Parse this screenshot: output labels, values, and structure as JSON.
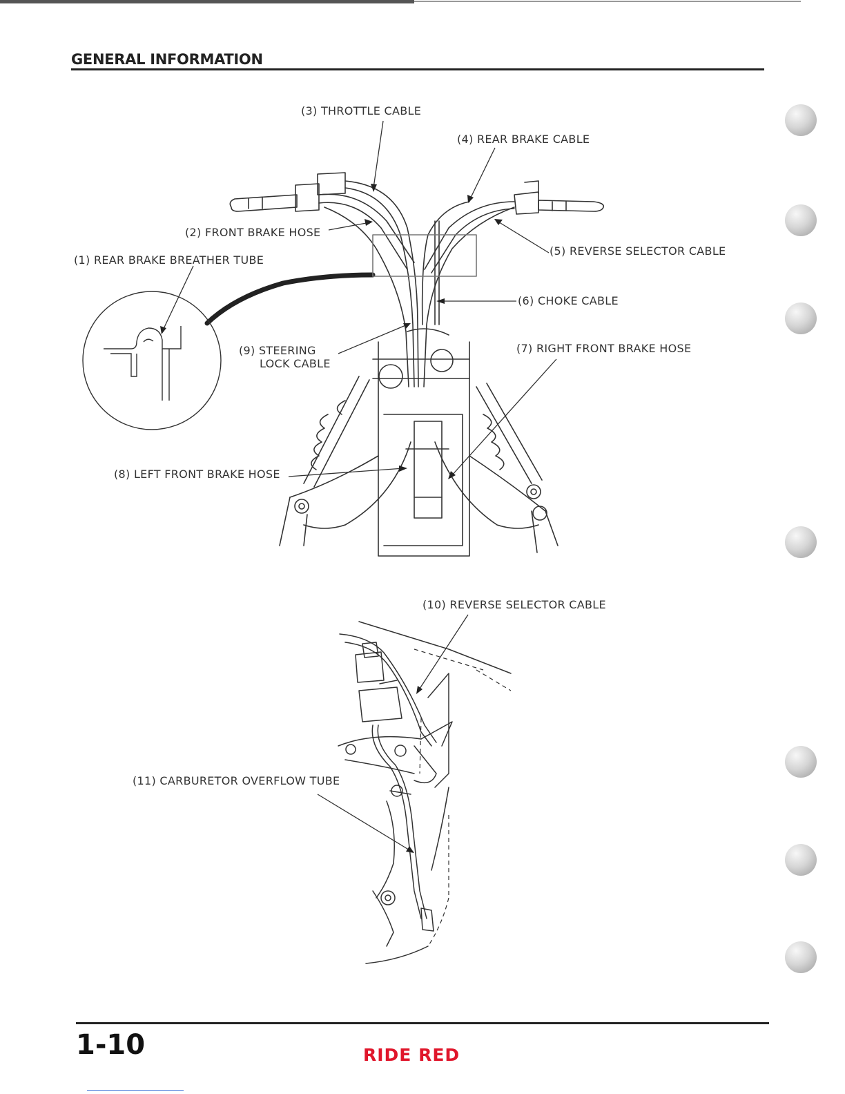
{
  "header": {
    "section_title": "GENERAL INFORMATION"
  },
  "callouts": {
    "c1": "(1) REAR BRAKE BREATHER TUBE",
    "c2": "(2) FRONT BRAKE HOSE",
    "c3": "(3) THROTTLE CABLE",
    "c4": "(4) REAR BRAKE CABLE",
    "c5": "(5) REVERSE SELECTOR CABLE",
    "c6": "(6) CHOKE CABLE",
    "c7": "(7) RIGHT FRONT BRAKE HOSE",
    "c8": "(8) LEFT FRONT BRAKE HOSE",
    "c9_line1": "(9) STEERING",
    "c9_line2": "LOCK CABLE",
    "c10": "(10) REVERSE SELECTOR CABLE",
    "c11": "(11) CARBURETOR OVERFLOW TUBE"
  },
  "footer": {
    "page_number": "1-10",
    "brand": "RIDE RED"
  }
}
